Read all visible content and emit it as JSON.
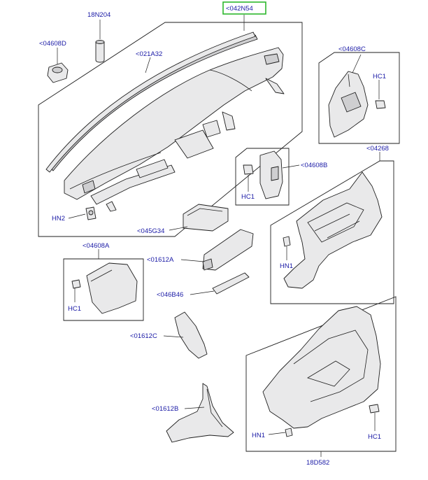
{
  "callouts": {
    "dash_assembly": "<042N54",
    "plug": "18N204",
    "cup": "<04608D",
    "moulding": "<021A32",
    "trim_c": "<04608C",
    "hc1_c": "HC1",
    "trim_b": "<04608B",
    "hc1_b": "HC1",
    "bracket": "<04268",
    "hn2": "HN2",
    "pad": "<045G34",
    "hn1_bracket": "HN1",
    "trim_a": "<04608A",
    "hc1_a": "HC1",
    "glovebox_a": "<01612A",
    "strip": "<046B46",
    "panel_c": "<01612C",
    "panel_b": "<01612B",
    "hn1_frame": "HN1",
    "hc1_frame": "HC1",
    "frame": "18D582"
  },
  "colors": {
    "label": "#1a1aa6",
    "highlight": "#2db82d",
    "outline": "#1e1e1e",
    "part_fill": "#e9e9ea"
  }
}
